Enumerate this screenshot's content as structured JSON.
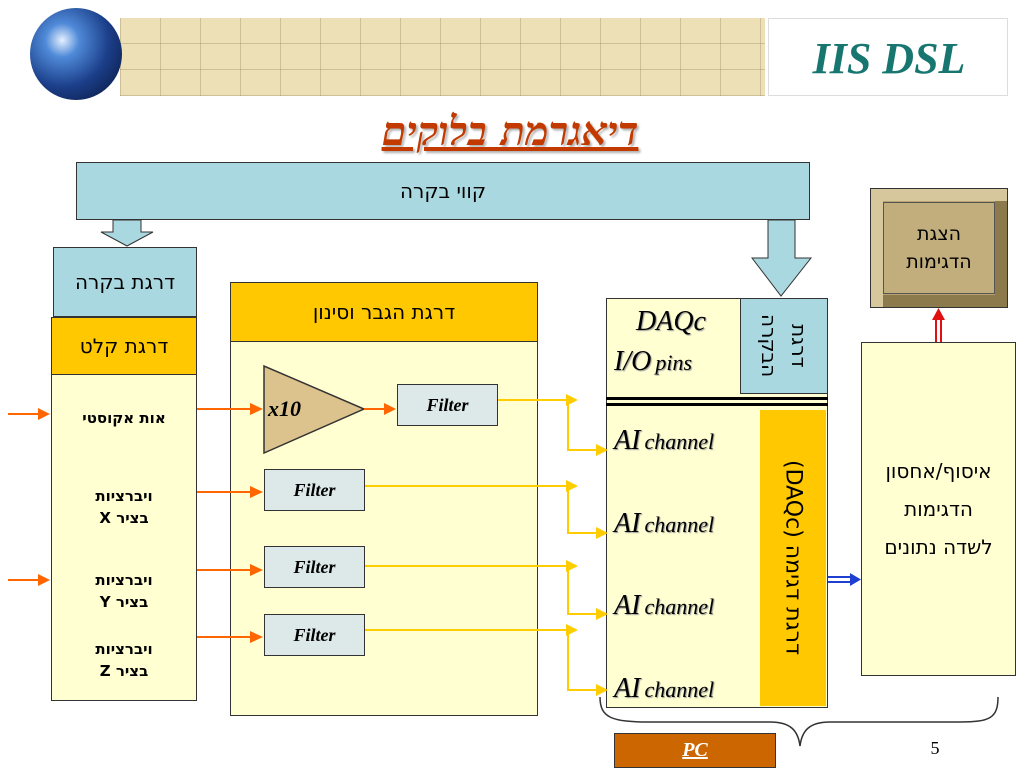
{
  "header": {
    "logo_text": "IIS DSL",
    "title": "דיאגרמת בלוקים"
  },
  "blocks": {
    "control_lines": "קווי בקרה",
    "control_stage": "דרגת בקרה",
    "input_stage": "דרגת קלט",
    "amp_filter_stage": "דרגת הגבר וסינון",
    "display_stage_line1": "הצגת",
    "display_stage_line2": "הדגימות",
    "storage_line1": "איסוף/אחסון",
    "storage_line2": "הדגימות",
    "storage_line3": "לשדה נתונים",
    "daqc_pins_line1": "DAQc",
    "daqc_pins_line2_main": "I/O",
    "daqc_pins_line2_sub": "pins",
    "daqc_control_line1": "דרגת",
    "daqc_control_line2": "הבקרה",
    "sampling_stage": "דרגת דגימה (DAQc)"
  },
  "inputs": [
    {
      "line1": "אות אקוסטי",
      "line2": ""
    },
    {
      "line1": "ויברציות",
      "line2": "בציר X"
    },
    {
      "line1": "ויברציות",
      "line2": "בציר Y"
    },
    {
      "line1": "ויברציות",
      "line2": "בציר Z"
    }
  ],
  "amplifier": "x10",
  "filters": [
    "Filter",
    "Filter",
    "Filter",
    "Filter"
  ],
  "ai_channels": [
    {
      "main": "AI",
      "sub": "channel"
    },
    {
      "main": "AI",
      "sub": "channel"
    },
    {
      "main": "AI",
      "sub": "channel"
    },
    {
      "main": "AI",
      "sub": "channel"
    }
  ],
  "pc_label": "PC",
  "page_number": "5",
  "colors": {
    "light_blue": "#a9d8e0",
    "yellow_header": "#ffc800",
    "cream": "#ffffd2",
    "display_box": "#c2ae7c",
    "pc_box": "#cc6600",
    "title": "#c23a00",
    "arrow_orange": "#ff6600",
    "arrow_yellow": "#ffcc00"
  }
}
